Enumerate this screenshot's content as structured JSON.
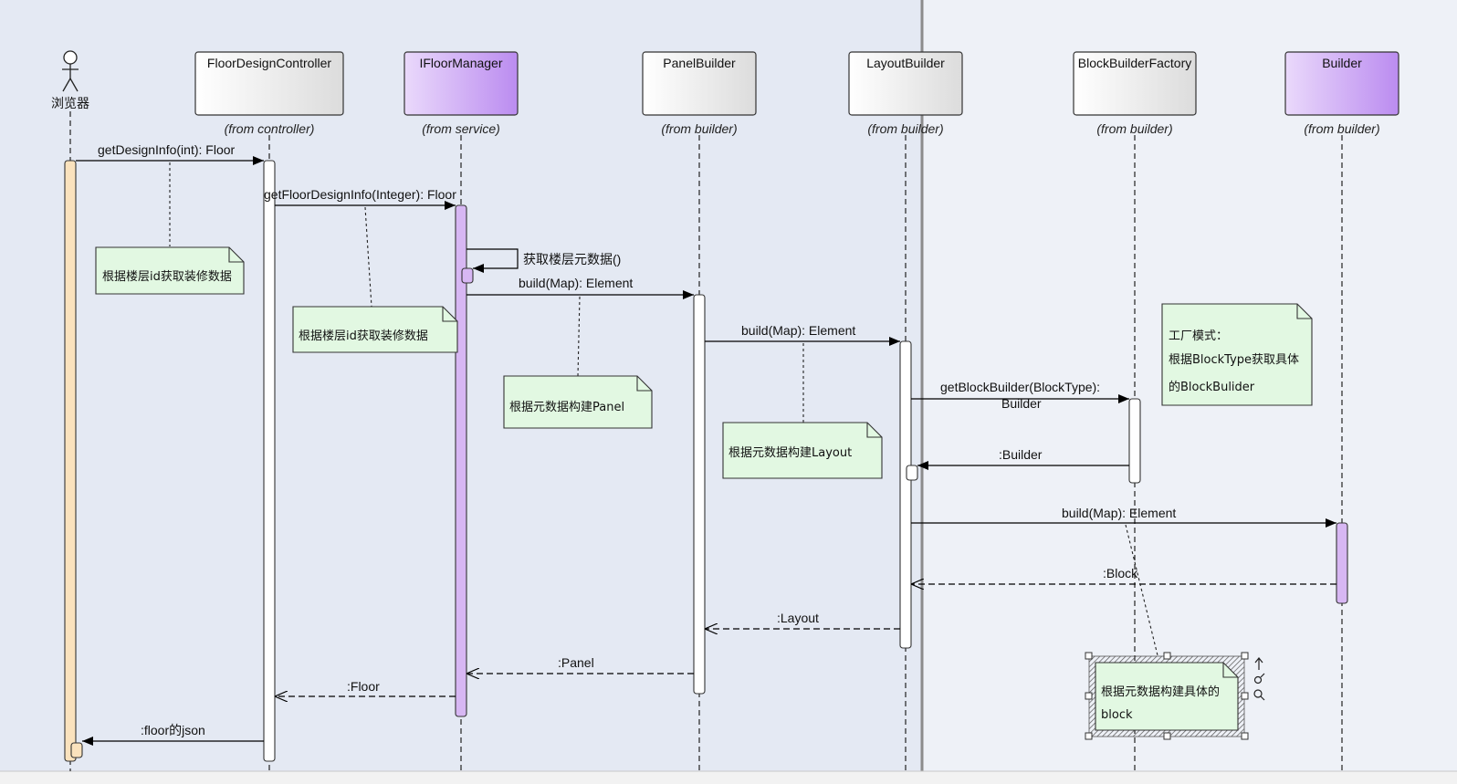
{
  "diagram": {
    "type": "sequence",
    "actor": {
      "label": "浏览器"
    },
    "participants": [
      {
        "id": "fdc",
        "label": "FloorDesignController",
        "from": "(from controller)",
        "style": "white"
      },
      {
        "id": "ifm",
        "label": "IFloorManager",
        "from": "(from service)",
        "style": "purple"
      },
      {
        "id": "pb",
        "label": "PanelBuilder",
        "from": "(from builder)",
        "style": "white"
      },
      {
        "id": "lb",
        "label": "LayoutBuilder",
        "from": "(from builder)",
        "style": "white"
      },
      {
        "id": "bbf",
        "label": "BlockBuilderFactory",
        "from": "(from builder)",
        "style": "white"
      },
      {
        "id": "bld",
        "label": "Builder",
        "from": "(from builder)",
        "style": "purple"
      }
    ],
    "messages": [
      {
        "from": "actor",
        "to": "fdc",
        "label": "getDesignInfo(int): Floor",
        "kind": "sync"
      },
      {
        "from": "fdc",
        "to": "ifm",
        "label": "getFloorDesignInfo(Integer): Floor",
        "kind": "sync"
      },
      {
        "from": "ifm",
        "to": "ifm",
        "label": "获取楼层元数据()",
        "kind": "self"
      },
      {
        "from": "ifm",
        "to": "pb",
        "label": "build(Map): Element",
        "kind": "sync"
      },
      {
        "from": "pb",
        "to": "lb",
        "label": "build(Map): Element",
        "kind": "sync"
      },
      {
        "from": "lb",
        "to": "bbf",
        "label": "getBlockBuilder(BlockType):",
        "label2": "Builder",
        "kind": "sync"
      },
      {
        "from": "bbf",
        "to": "lb",
        "label": ":Builder",
        "kind": "sync-return"
      },
      {
        "from": "lb",
        "to": "bld",
        "label": "build(Map): Element",
        "kind": "sync"
      },
      {
        "from": "bld",
        "to": "lb",
        "label": ":Block",
        "kind": "return"
      },
      {
        "from": "lb",
        "to": "pb",
        "label": ":Layout",
        "kind": "return"
      },
      {
        "from": "pb",
        "to": "ifm",
        "label": ":Panel",
        "kind": "return"
      },
      {
        "from": "ifm",
        "to": "fdc",
        "label": ":Floor",
        "kind": "return"
      },
      {
        "from": "fdc",
        "to": "actor",
        "label": ":floor的json",
        "kind": "sync-return"
      }
    ],
    "notes": [
      {
        "id": "note1",
        "lines": [
          "根据楼层id获取装修数据"
        ]
      },
      {
        "id": "note2",
        "lines": [
          "根据楼层id获取装修数据"
        ]
      },
      {
        "id": "note3",
        "lines": [
          "根据元数据构建Panel"
        ]
      },
      {
        "id": "note4",
        "lines": [
          "根据元数据构建Layout"
        ]
      },
      {
        "id": "note5",
        "lines": [
          "工厂模式：",
          "根据BlockType获取具体",
          "的BlockBulider"
        ]
      },
      {
        "id": "note6",
        "lines": [
          "根据元数据构建具体的",
          "block"
        ]
      }
    ],
    "colors": {
      "background": "#e4e9f3",
      "background_right": "#eef1f7",
      "note_fill": "#e2f8e2",
      "purple_fill": "#c8a6f0",
      "actor_activation": "#fae2bd",
      "purple_activation": "#d7b7f3"
    }
  }
}
